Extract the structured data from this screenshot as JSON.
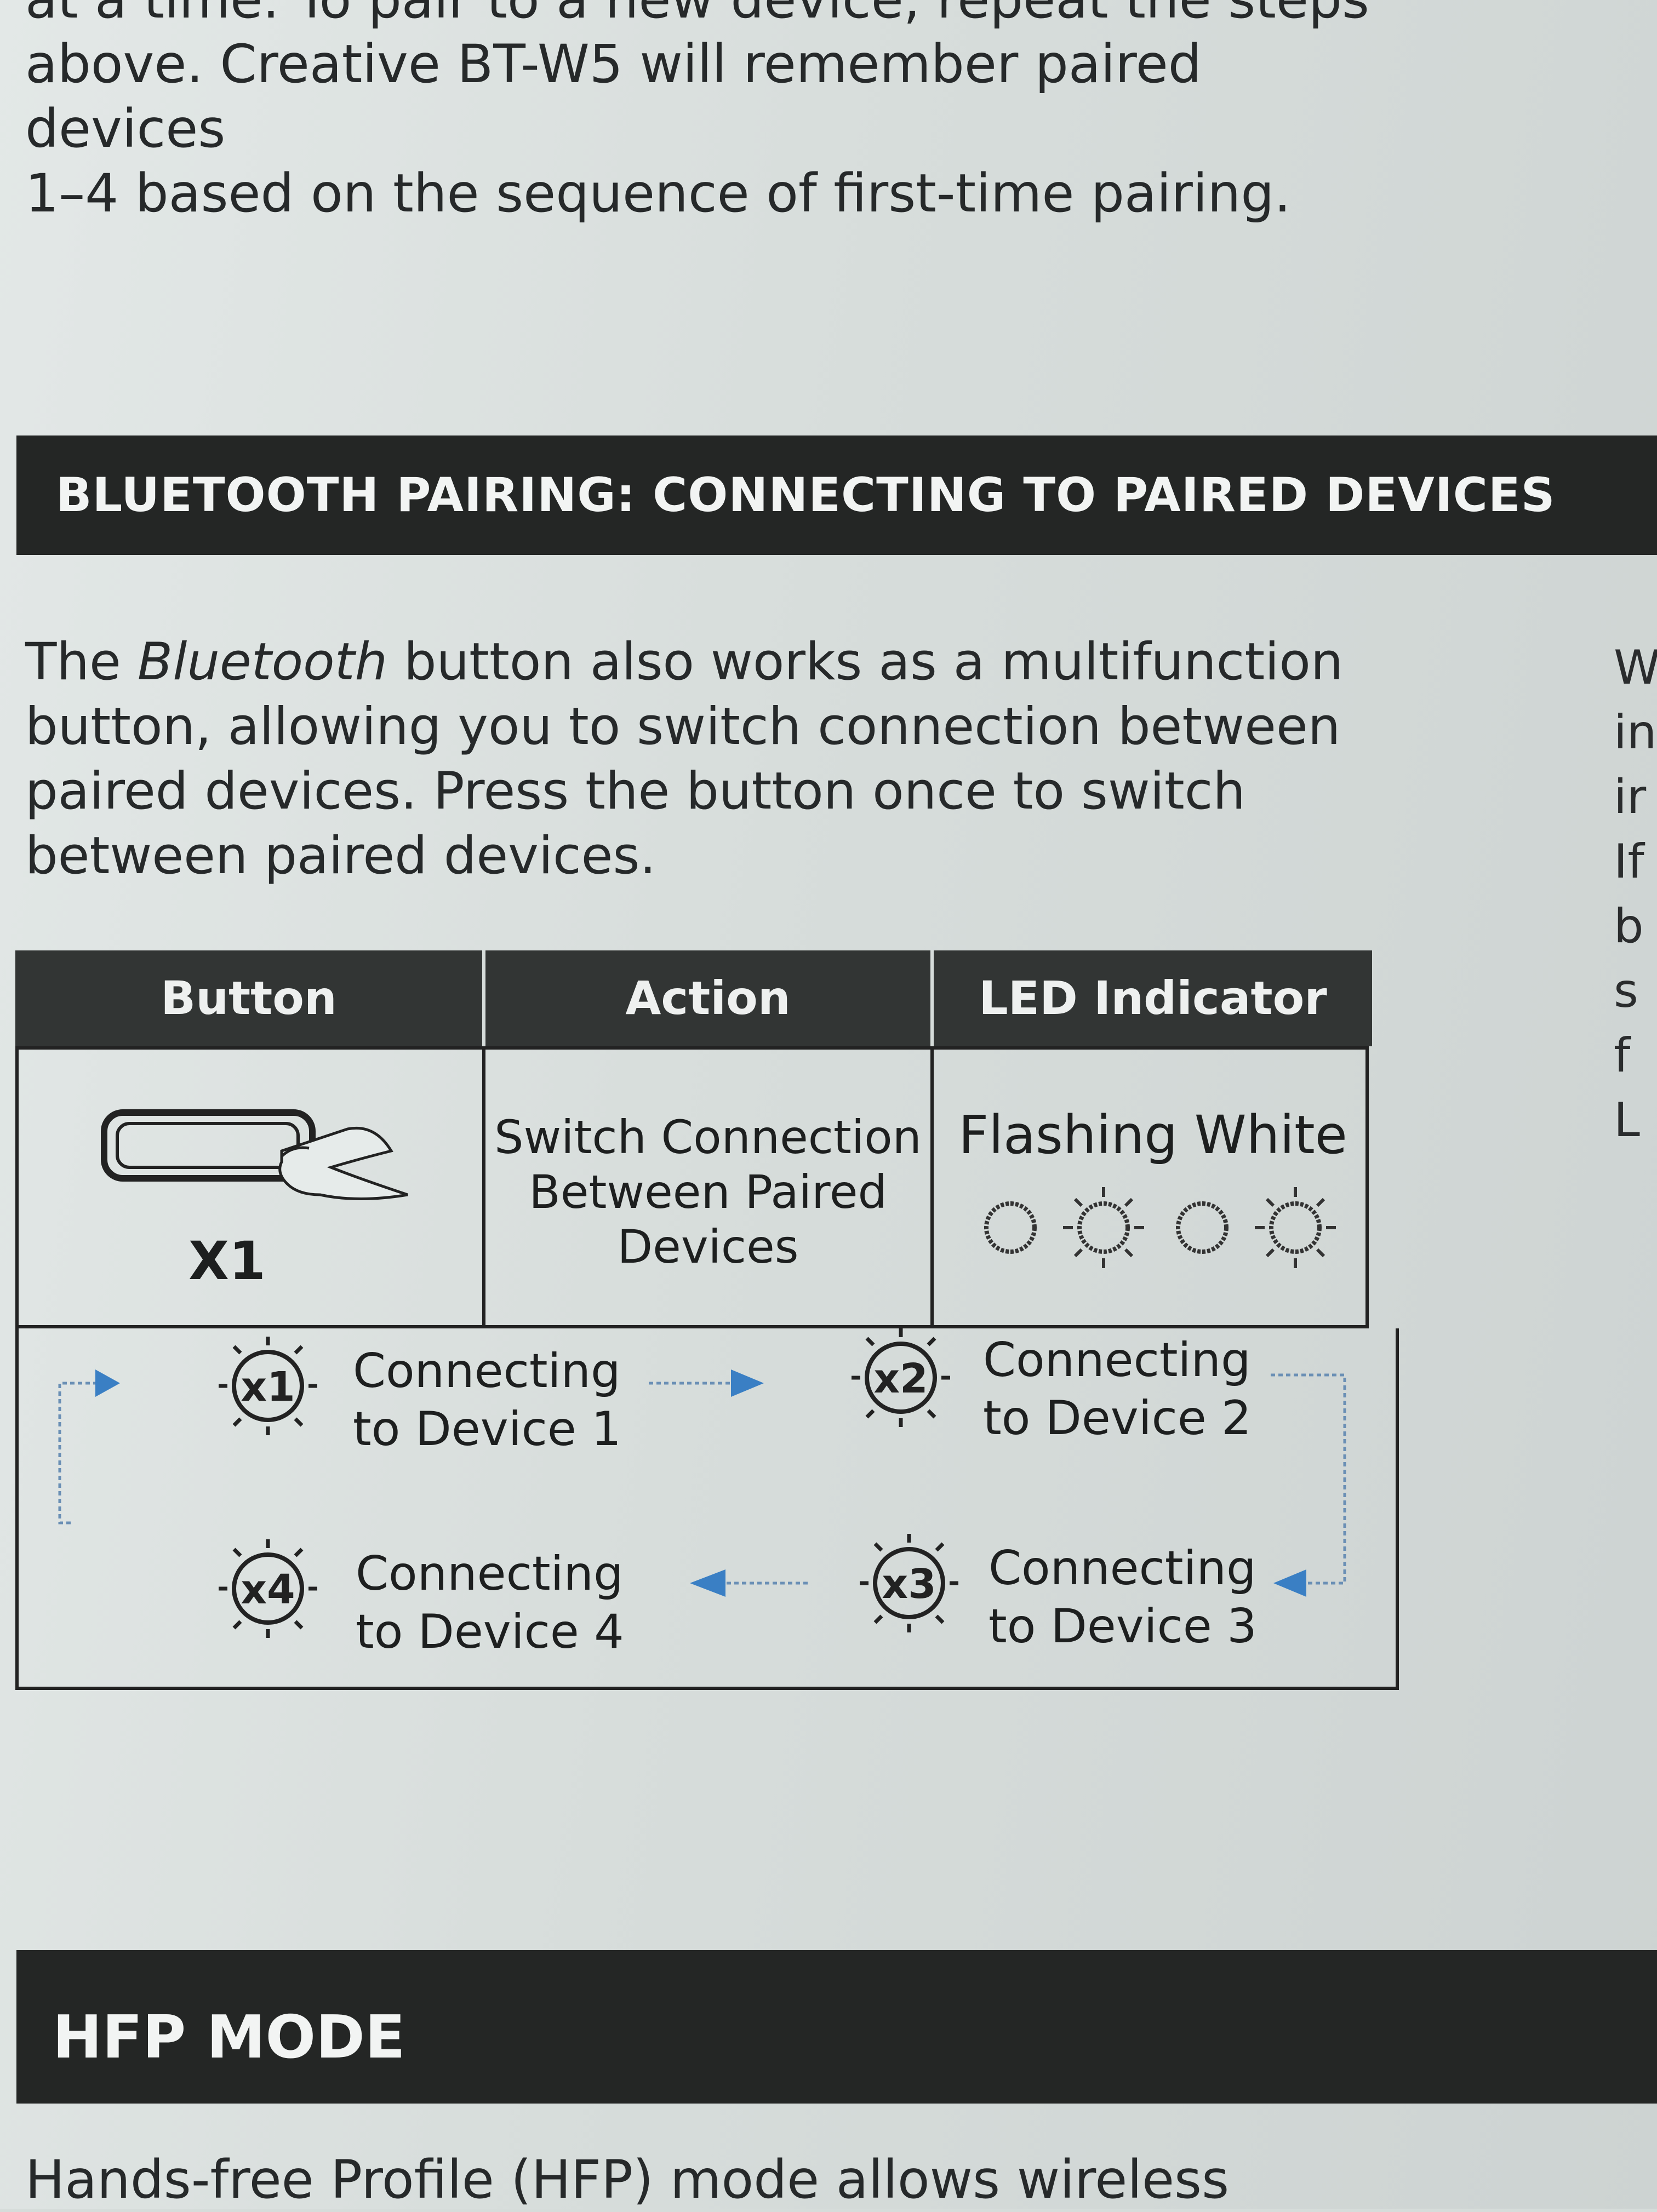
{
  "intro_lines": [
    "at a time. To pair to a new device, repeat the steps",
    "above. Creative BT-W5 will remember paired devices",
    "1–4 based on the sequence of first-time pairing."
  ],
  "section_title": "BLUETOOTH PAIRING: CONNECTING TO PAIRED DEVICES",
  "body": {
    "part1": "The ",
    "italic": "Bluetooth",
    "part2": " button also works as a multifunction button, allowing you to switch connection between paired devices. Press the button once to switch between paired devices."
  },
  "side_letters": [
    "W",
    "in",
    "ir",
    "",
    "If",
    "b",
    "s",
    "f",
    "L"
  ],
  "table": {
    "headers": [
      "Button",
      "Action",
      "LED Indicator"
    ],
    "press_label": "X1",
    "action_lines": [
      "Switch Connection",
      "Between Paired",
      "Devices"
    ],
    "led_label": "Flashing White",
    "led_icons": [
      "led-off-icon",
      "led-on-icon",
      "led-off-icon",
      "led-on-icon"
    ]
  },
  "sequence": [
    {
      "badge": "x1",
      "line1": "Connecting",
      "line2": "to Device 1"
    },
    {
      "badge": "x2",
      "line1": "Connecting",
      "line2": "to Device 2"
    },
    {
      "badge": "x3",
      "line1": "Connecting",
      "line2": "to Device 3"
    },
    {
      "badge": "x4",
      "line1": "Connecting",
      "line2": "to Device 4"
    }
  ],
  "next_section_title": "HFP MODE",
  "bottom_text": "Hands-free Profile (HFP) mode allows wireless",
  "colors": {
    "arrow": "#3a7fc4",
    "bar": "#242625",
    "paper": "#d6dcda"
  }
}
